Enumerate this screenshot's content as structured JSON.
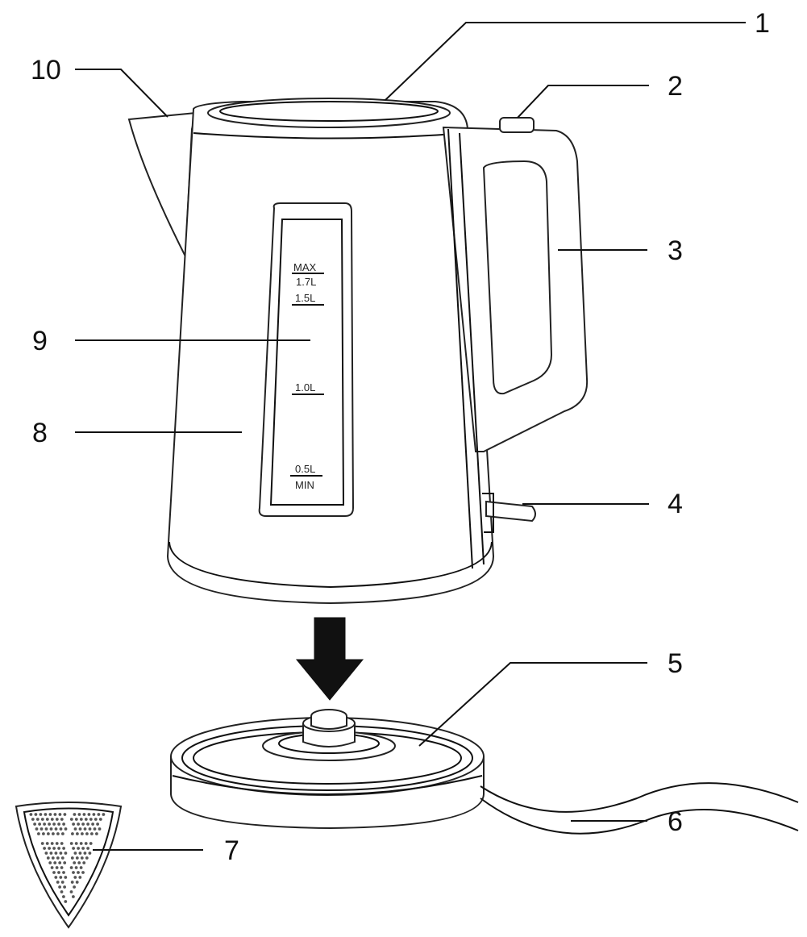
{
  "callouts": {
    "c1": "1",
    "c2": "2",
    "c3": "3",
    "c4": "4",
    "c5": "5",
    "c6": "6",
    "c7": "7",
    "c8": "8",
    "c9": "9",
    "c10": "10"
  },
  "gauge": {
    "max": "MAX",
    "max_volume": "1.7L",
    "mark_1_5": "1.5L",
    "mark_1_0": "1.0L",
    "mark_0_5": "0.5L",
    "min": "MIN"
  },
  "colors": {
    "line": "#111111",
    "background": "#ffffff",
    "filter_dots": "#555555"
  }
}
